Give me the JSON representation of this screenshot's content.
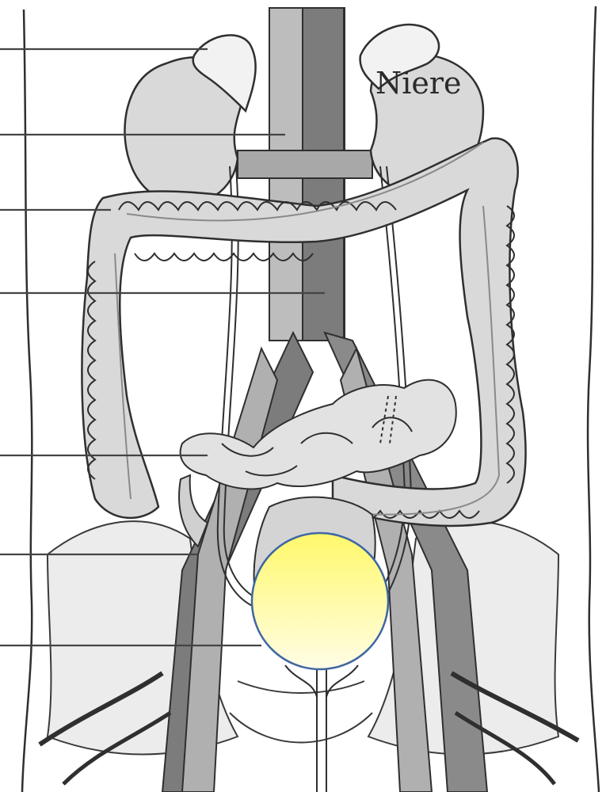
{
  "diagram": {
    "labels": {
      "kidney": "Niere"
    },
    "leader_line_count": 7,
    "colors": {
      "background": "#ffffff",
      "outline": "#2f2f2f",
      "organ_fill": "#d9d9d9",
      "vessel_dark": "#7c7c7c",
      "vessel_mid": "#a8a8a8",
      "bladder_top": "#fff86a",
      "bladder_bottom": "#fffde6",
      "bladder_stroke": "#3f66a3"
    },
    "icons": [
      "bladder-marker-circle"
    ]
  }
}
